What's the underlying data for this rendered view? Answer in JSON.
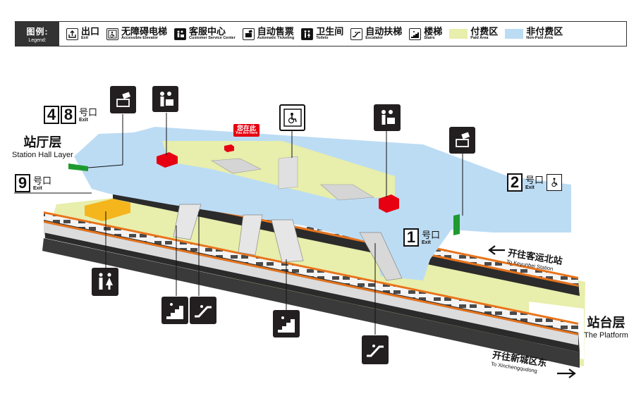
{
  "legend": {
    "title_cn": "图例:",
    "title_en": "Legend:",
    "items": [
      {
        "cn": "出口",
        "en": "Exit",
        "icon": "exit-icon"
      },
      {
        "cn": "无障碍电梯",
        "en": "Accessible Elevator",
        "icon": "accessible-elevator-icon"
      },
      {
        "cn": "客服中心",
        "en": "Customer Service Center",
        "icon": "customer-service-icon"
      },
      {
        "cn": "自动售票",
        "en": "Automatic Ticketing",
        "icon": "ticket-machine-icon"
      },
      {
        "cn": "卫生间",
        "en": "Toilets",
        "icon": "toilet-icon"
      },
      {
        "cn": "自动扶梯",
        "en": "Escalator",
        "icon": "escalator-icon"
      },
      {
        "cn": "楼梯",
        "en": "Stairs",
        "icon": "stairs-icon"
      },
      {
        "cn": "付费区",
        "en": "Paid Area",
        "color": "#e8eeab"
      },
      {
        "cn": "非付费区",
        "en": "Non-Paid Area",
        "color": "#bcdcf4"
      }
    ]
  },
  "map": {
    "exits": {
      "exit_4": "4",
      "exit_8": "8",
      "exit_9": "9",
      "exit_2": "2",
      "exit_1": "1",
      "exit_cn": "号口",
      "exit_en": "Exit"
    },
    "station_hall": {
      "cn": "站厅层",
      "en": "Station Hall Layer"
    },
    "platform": {
      "cn": "站台层",
      "en": "The Platform"
    },
    "you_are_here": {
      "cn": "您在此",
      "en": "You Are Here"
    },
    "direction_keyunbei": {
      "cn": "开往客运北站",
      "en": "To Keyunbei Station"
    },
    "direction_xinchengqudong": {
      "cn": "开往新城区东",
      "en": "To Xinchengqudong"
    },
    "colors": {
      "paid": "#e8eeab",
      "non_paid": "#bcdcf4",
      "service_red": "#e60012",
      "gate_green": "#1e9a2f",
      "train_orange": "#e8731a",
      "toilet_yellow": "#f5b51c"
    }
  }
}
